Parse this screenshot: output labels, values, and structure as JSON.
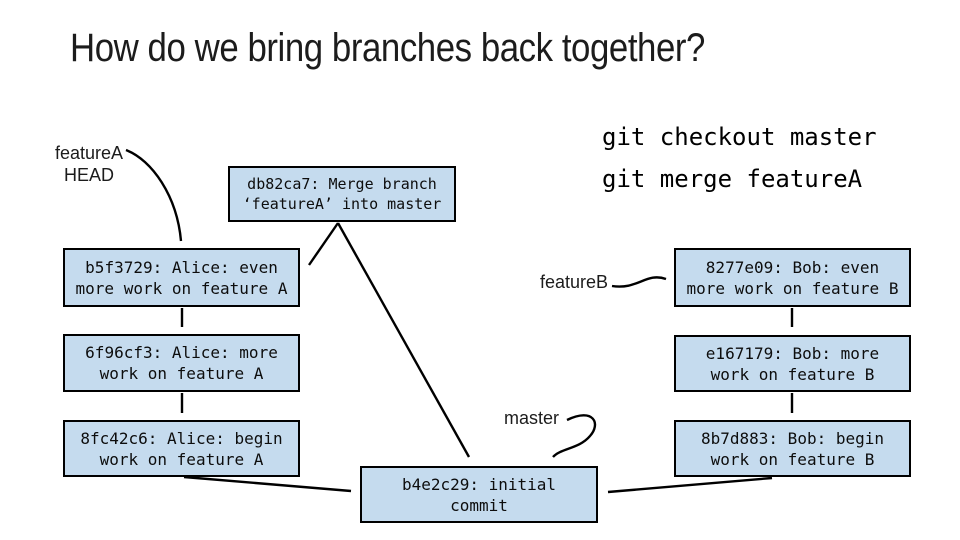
{
  "slide": {
    "title": "How do we bring branches back together?",
    "background": "#ffffff"
  },
  "commands": {
    "line1": "git checkout master",
    "line2": "git merge featureA"
  },
  "labels": {
    "featureA": "featureA",
    "head": "HEAD",
    "featureB": "featureB",
    "master": "master"
  },
  "commits": {
    "merge": {
      "line1": "db82ca7: Merge branch",
      "line2": "‘featureA’ into master"
    },
    "a3": {
      "line1": "b5f3729: Alice: even",
      "line2": "more work on feature A"
    },
    "a2": {
      "line1": "6f96cf3: Alice: more",
      "line2": "work on feature A"
    },
    "a1": {
      "line1": "8fc42c6: Alice: begin",
      "line2": "work on feature A"
    },
    "b3": {
      "line1": "8277e09: Bob: even",
      "line2": "more work on feature B"
    },
    "b2": {
      "line1": "e167179: Bob: more",
      "line2": "work on feature B"
    },
    "b1": {
      "line1": "8b7d883: Bob: begin",
      "line2": "work on feature B"
    },
    "root": {
      "line1": "b4e2c29: initial",
      "line2": "commit"
    }
  },
  "edges": [
    {
      "from": "featureA-HEAD-label",
      "to": "b5f3729"
    },
    {
      "from": "db82ca7",
      "to": "b5f3729"
    },
    {
      "from": "db82ca7",
      "to": "b4e2c29"
    },
    {
      "from": "b5f3729",
      "to": "6f96cf3"
    },
    {
      "from": "6f96cf3",
      "to": "8fc42c6"
    },
    {
      "from": "8fc42c6",
      "to": "b4e2c29"
    },
    {
      "from": "featureB-label",
      "to": "8277e09"
    },
    {
      "from": "8277e09",
      "to": "e167179"
    },
    {
      "from": "e167179",
      "to": "8b7d883"
    },
    {
      "from": "8b7d883",
      "to": "b4e2c29"
    },
    {
      "from": "master-label",
      "to": "b4e2c29"
    }
  ],
  "colors": {
    "box_fill": "#c5dbee",
    "box_border": "#000000",
    "arrow": "#000000",
    "title_text": "#1c1c1c",
    "code_text": "#000000"
  }
}
